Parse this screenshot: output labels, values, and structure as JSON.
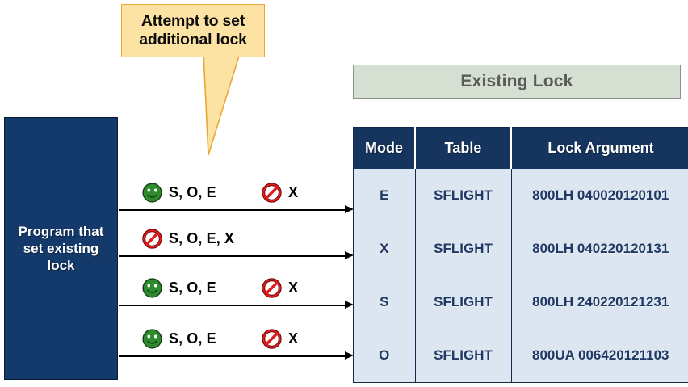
{
  "callout": {
    "text": "Attempt to set additional lock",
    "fill_color": "#FCE3A3",
    "border_color": "#E8A839"
  },
  "program_box": {
    "label": "Program that set existing lock",
    "fill_color": "#133A6B",
    "text_color": "#FFFFFF"
  },
  "existing_lock_banner": {
    "title": "Existing Lock",
    "fill_color": "#D5E0D2",
    "text_color": "#5A5A5A"
  },
  "lock_table": {
    "columns": [
      "Mode",
      "Table",
      "Lock Argument"
    ],
    "header_bg": "#16355E",
    "row_bg": "#DCE6F1",
    "cell_text_color": "#1F3864",
    "rows": [
      {
        "mode": "E",
        "table": "SFLIGHT",
        "lock_argument": "800LH 040020120101"
      },
      {
        "mode": "X",
        "table": "SFLIGHT",
        "lock_argument": "800LH 040220120131"
      },
      {
        "mode": "S",
        "table": "SFLIGHT",
        "lock_argument": "800LH 240220121231"
      },
      {
        "mode": "O",
        "table": "SFLIGHT",
        "lock_argument": "800UA 006420121103"
      }
    ]
  },
  "arrows": [
    {
      "primary": {
        "icon": "green-smiley-icon",
        "label": "S, O, E"
      },
      "secondary": {
        "icon": "red-prohibition-icon",
        "label": "X"
      }
    },
    {
      "primary": {
        "icon": "red-prohibition-icon",
        "label": "S, O, E, X"
      },
      "secondary": null
    },
    {
      "primary": {
        "icon": "green-smiley-icon",
        "label": "S, O, E"
      },
      "secondary": {
        "icon": "red-prohibition-icon",
        "label": "X"
      }
    },
    {
      "primary": {
        "icon": "green-smiley-icon",
        "label": "S, O, E"
      },
      "secondary": {
        "icon": "red-prohibition-icon",
        "label": "X"
      }
    }
  ],
  "colors": {
    "smiley_green": "#2E8B2E",
    "prohibition_red": "#E01B1B",
    "arrow_black": "#000000"
  }
}
